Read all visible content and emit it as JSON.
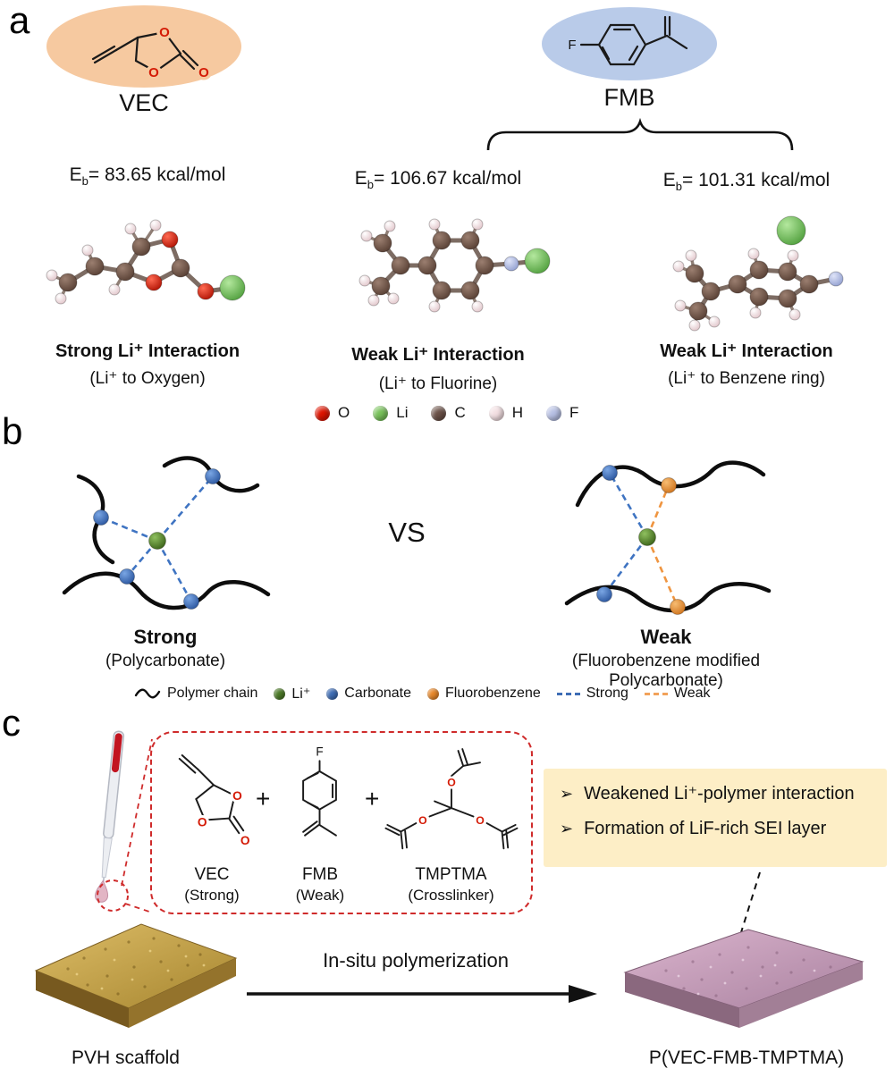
{
  "colors": {
    "vec_ellipse": "#f6c9a0",
    "fmb_ellipse": "#b9cbe9",
    "highlight_box": "#fdeec6",
    "callout_border": "#cf2b2b"
  },
  "symbols": {
    "oxygen": "O",
    "fluorine": "F"
  },
  "panel_a": {
    "label": "a",
    "vec_name": "VEC",
    "fmb_name": "FMB",
    "models": [
      {
        "e": "E",
        "e_sub": "b",
        "energy": "= 83.65 kcal/mol",
        "title": "Strong Li⁺ Interaction",
        "subtitle": "(Li⁺ to Oxygen)"
      },
      {
        "e": "E",
        "e_sub": "b",
        "energy": "= 106.67 kcal/mol",
        "title": "Weak Li⁺ Interaction",
        "subtitle": "(Li⁺ to Fluorine)"
      },
      {
        "e": "E",
        "e_sub": "b",
        "energy": "= 101.31 kcal/mol",
        "title": "Weak Li⁺ Interaction",
        "subtitle": "(Li⁺ to Benzene ring)"
      }
    ],
    "atom_legend": [
      {
        "symbol": "O",
        "color": "#dd1400"
      },
      {
        "symbol": "Li",
        "color": "#77c159"
      },
      {
        "symbol": "C",
        "color": "#6b5147"
      },
      {
        "symbol": "H",
        "color": "#f3dfe2"
      },
      {
        "symbol": "F",
        "color": "#b6bfe3"
      }
    ]
  },
  "panel_b": {
    "label": "b",
    "vs": "VS",
    "strong_title": "Strong",
    "strong_subtitle": "(Polycarbonate)",
    "weak_title": "Weak",
    "weak_subtitle": "(Fluorobenzene modified Polycarbonate)",
    "legend": {
      "polymer_chain": "Polymer chain",
      "li": "Li⁺",
      "carbonate": "Carbonate",
      "fluorobenzene": "Fluorobenzene",
      "strong": "Strong",
      "weak": "Weak"
    },
    "legend_colors": {
      "li": "#4c7a28",
      "carbonate": "#3e6db5",
      "fluorobenzene": "#e8882a",
      "strong_dash": "#3e6db5",
      "weak_dash": "#f2a25a"
    }
  },
  "panel_c": {
    "label": "c",
    "plus": "+",
    "monomers": [
      {
        "name": "VEC",
        "note": "(Strong)"
      },
      {
        "name": "FMB",
        "note": "(Weak)"
      },
      {
        "name": "TMPTMA",
        "note": "(Crosslinker)"
      }
    ],
    "bullet": "➢",
    "bullets": [
      "Weakened Li⁺-polymer interaction",
      "Formation of LiF-rich SEI layer"
    ],
    "arrow_label": "In-situ polymerization",
    "scaffold_label": "PVH scaffold",
    "product_label": "P(VEC-FMB-TMPTMA)"
  }
}
